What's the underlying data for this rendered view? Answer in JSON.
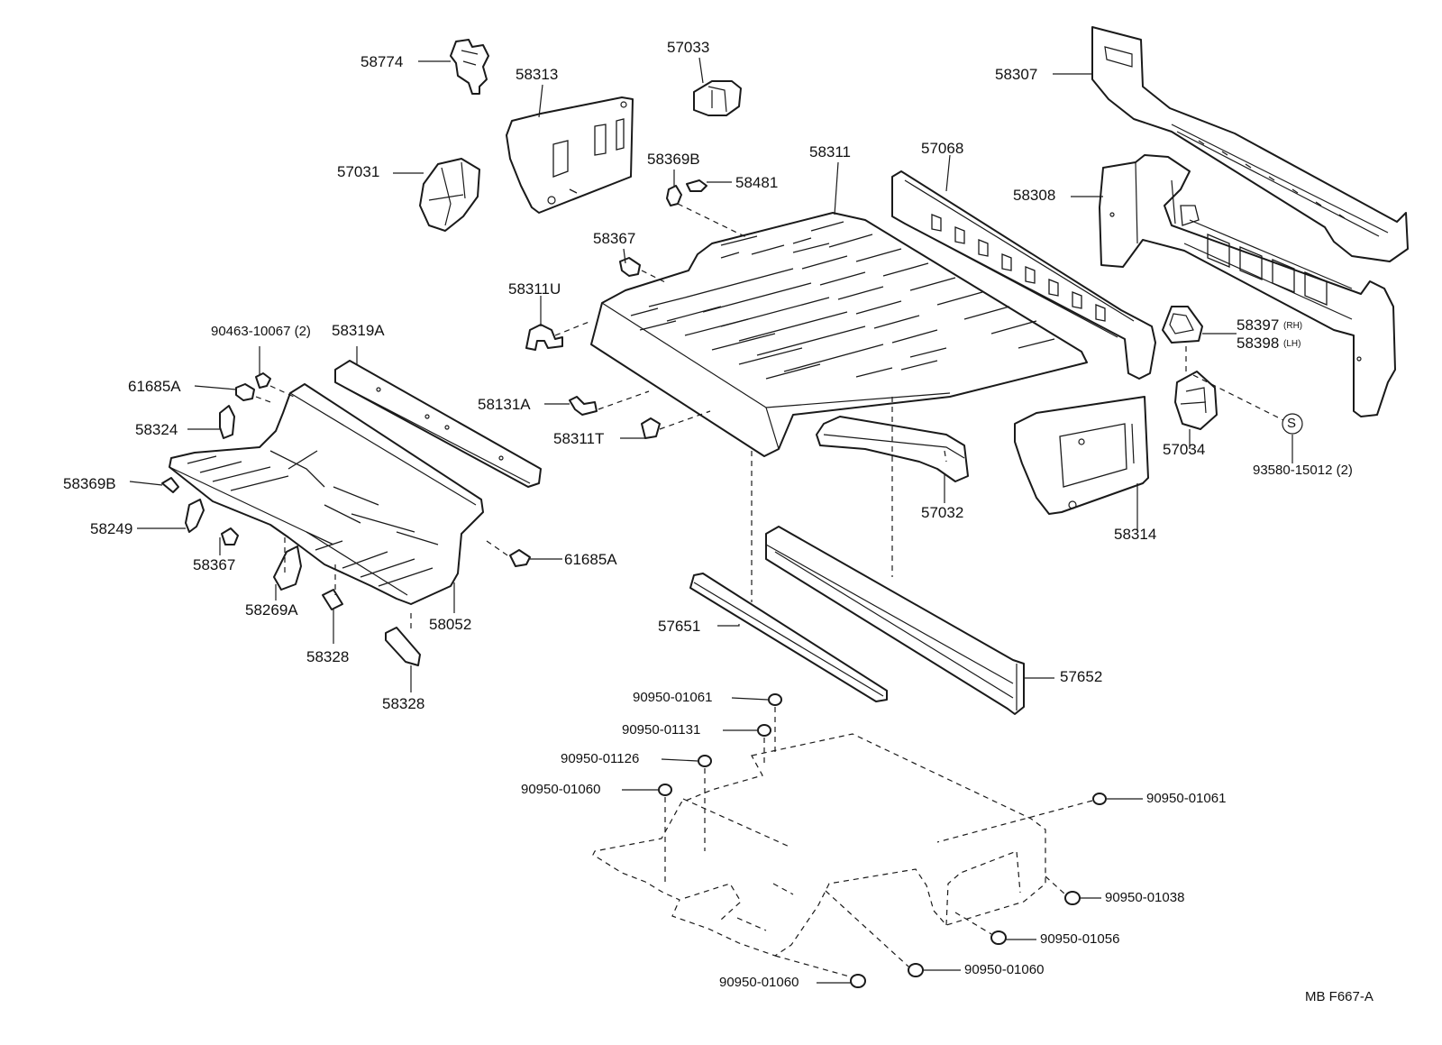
{
  "diagram": {
    "code": "MB  F667-A",
    "parts": {
      "p58774": "58774",
      "p58313": "58313",
      "p57033": "57033",
      "p58307": "58307",
      "p57031": "57031",
      "p58369B_top": "58369B",
      "p58481": "58481",
      "p58311": "58311",
      "p57068": "57068",
      "p58308": "58308",
      "p58367_top": "58367",
      "p58311U": "58311U",
      "p90463": "90463-10067 (2)",
      "p58319A": "58319A",
      "p58397": "58397",
      "p58397_side": "(RH)",
      "p58398": "58398",
      "p58398_side": "(LH)",
      "p61685A_left": "61685A",
      "p58131A": "58131A",
      "p58324": "58324",
      "p58311T": "58311T",
      "p57034": "57034",
      "p93580": "93580-15012 (2)",
      "p58369B_left": "58369B",
      "p57032": "57032",
      "p58249": "58249",
      "p58314": "58314",
      "p58367_left": "58367",
      "p61685A_right": "61685A",
      "p58269A": "58269A",
      "p58052": "58052",
      "p57651": "57651",
      "p58328_a": "58328",
      "p57652": "57652",
      "p58328_b": "58328",
      "p90950_01061_a": "90950-01061",
      "p90950_01131": "90950-01131",
      "p90950_01126": "90950-01126",
      "p90950_01060_a": "90950-01060",
      "p90950_01061_b": "90950-01061",
      "p90950_01038": "90950-01038",
      "p90950_01056": "90950-01056",
      "p90950_01060_b": "90950-01060",
      "p90950_01060_c": "90950-01060"
    },
    "symbol_s": "S"
  }
}
